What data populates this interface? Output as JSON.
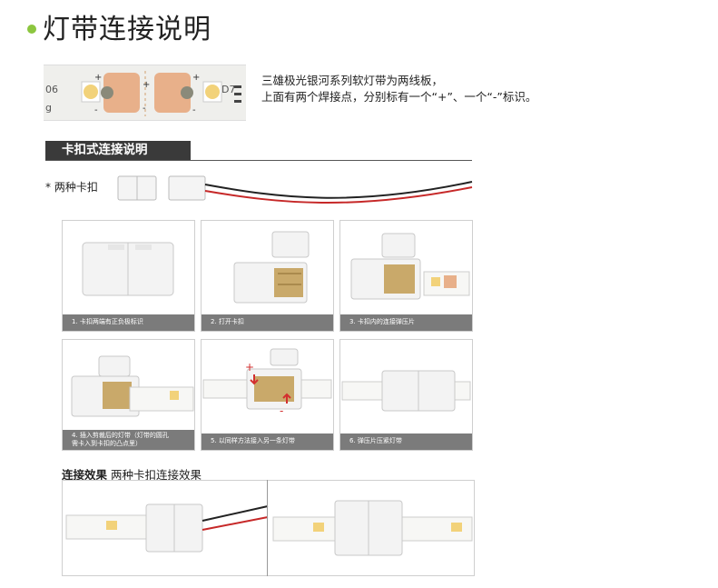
{
  "title": "灯带连接说明",
  "strip": {
    "left_code": "06",
    "left_suffix": "g",
    "right_code": "D7"
  },
  "intro": {
    "line1": "三雄极光银河系列软灯带为两线板，",
    "line2": "上面有两个焊接点，分别标有一个“+”、一个“-”标识。"
  },
  "section": {
    "header": "卡扣式连接说明",
    "two_types": "* 两种卡扣"
  },
  "steps": [
    {
      "caption": "1. 卡扣两端有正负极标识"
    },
    {
      "caption": "2. 打开卡扣"
    },
    {
      "caption": "3. 卡扣内的连接弹压片"
    },
    {
      "caption_line1": "4. 插入剪裁后的灯带（灯带的圆孔",
      "caption_line2": "需卡入到卡扣的凸点里）"
    },
    {
      "caption": "5. 以同样方法接入另一条灯带"
    },
    {
      "caption": "6. 弹压片压紧灯带"
    }
  ],
  "effect": {
    "bold": "连接效果",
    "normal": "两种卡扣连接效果"
  },
  "colors": {
    "accent_green": "#8cc63f",
    "header_bar": "#3a3a3a",
    "caption_bar": "#7b7b7b",
    "arrow_red": "#d32f2f",
    "pad_copper": "#e8b08a"
  }
}
